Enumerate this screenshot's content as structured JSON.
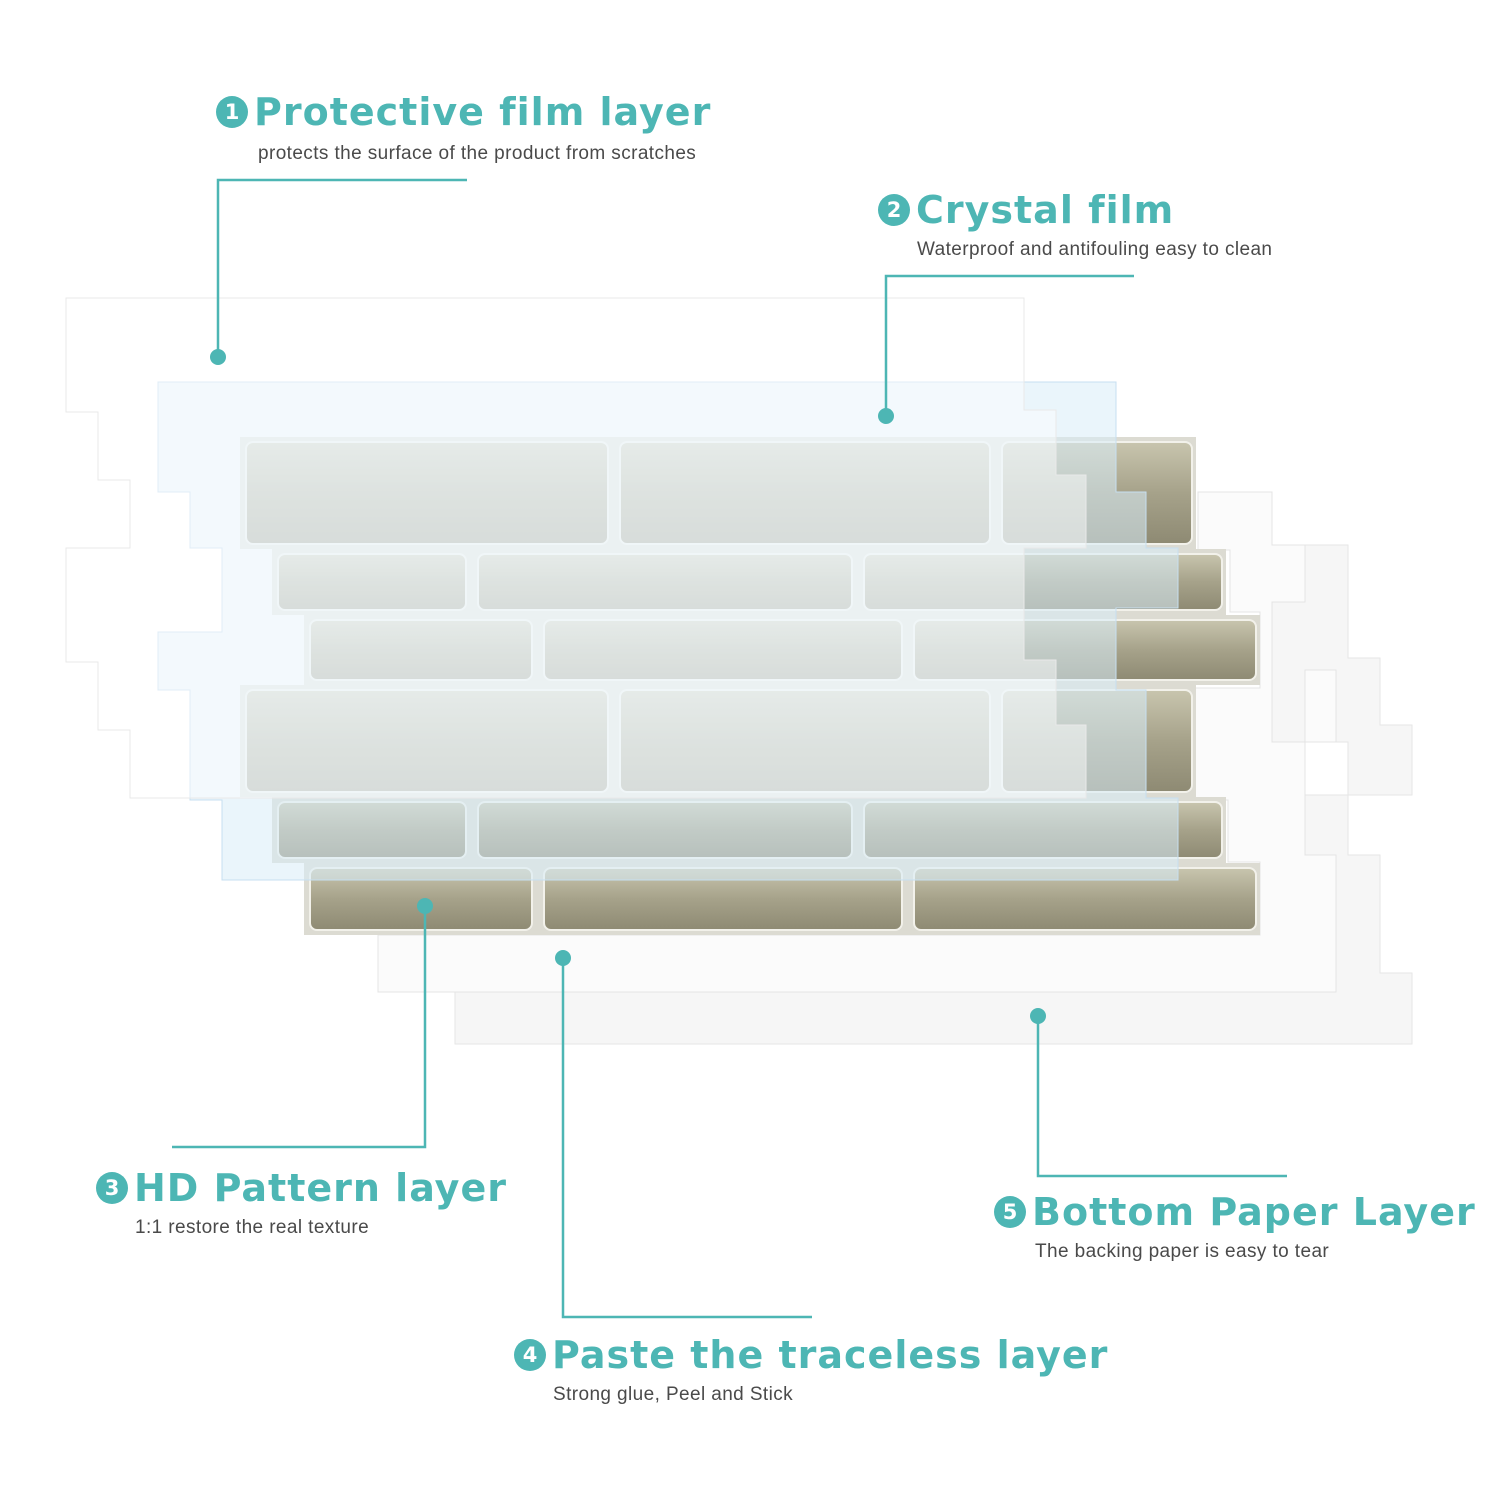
{
  "accent_color": "#4db6b4",
  "layers": [
    {
      "number": "1",
      "title": "Protective film layer",
      "description": "protects the surface of the product from scratches"
    },
    {
      "number": "2",
      "title": "Crystal film",
      "description": "Waterproof and antifouling easy to clean"
    },
    {
      "number": "3",
      "title": "HD Pattern layer",
      "description": "1:1 restore the real texture"
    },
    {
      "number": "4",
      "title": "Paste the traceless layer",
      "description": "Strong glue, Peel and Stick"
    },
    {
      "number": "5",
      "title": "Bottom Paper Layer",
      "description": "The backing paper is easy to tear"
    }
  ]
}
